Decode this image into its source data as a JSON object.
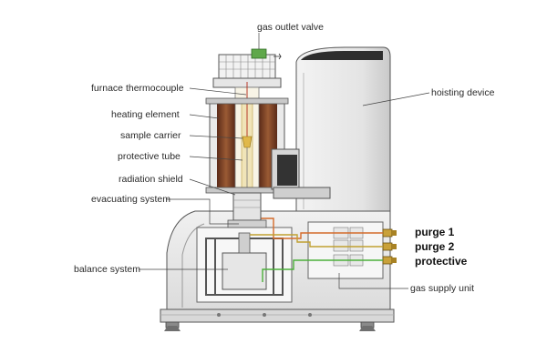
{
  "labels": {
    "gas_outlet_valve": "gas outlet valve",
    "hoisting_device": "hoisting device",
    "furnace_thermocouple": "furnace thermocouple",
    "heating_element": "heating element",
    "sample_carrier": "sample carrier",
    "protective_tube": "protective tube",
    "radiation_shield": "radiation shield",
    "evacuating_system": "evacuating system",
    "balance_system": "balance system",
    "gas_supply_unit": "gas supply unit",
    "purge_1": "purge 1",
    "purge_2": "purge 2",
    "protective": "protective"
  },
  "colors": {
    "purge_1_line": "#d46a2a",
    "purge_2_line": "#c0a030",
    "protective_line": "#4caf3a",
    "furnace_copper": "#8a4a2a"
  }
}
